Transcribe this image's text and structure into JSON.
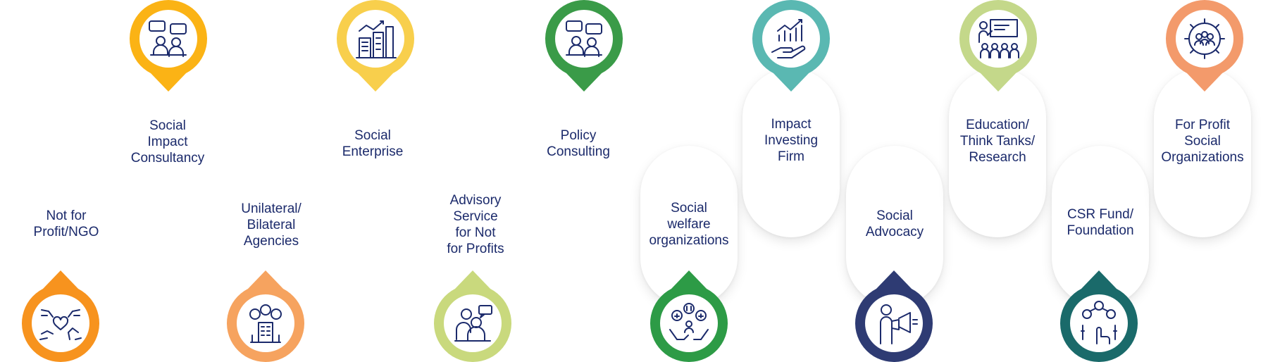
{
  "nodes": [
    {
      "id": "not-for-profit",
      "label": "Not for\nProfit/NGO",
      "color": "#f7931e",
      "icon": "hands-heart-icon"
    },
    {
      "id": "social-impact-consultancy",
      "label": "Social\nImpact\nConsultancy",
      "color": "#fbb315",
      "icon": "consultancy-meeting-icon"
    },
    {
      "id": "unilateral-bilateral",
      "label": "Unilateral/\nBilateral\nAgencies",
      "color": "#f6a35f",
      "icon": "agency-building-icon"
    },
    {
      "id": "social-enterprise",
      "label": "Social\nEnterprise",
      "color": "#f8cf4c",
      "icon": "city-growth-icon"
    },
    {
      "id": "advisory-service",
      "label": "Advisory\nService\nfor Not\nfor Profits",
      "color": "#c9d97d",
      "icon": "advisory-chat-icon"
    },
    {
      "id": "policy-consulting",
      "label": "Policy\nConsulting",
      "color": "#3a9b48",
      "icon": "policy-meeting-icon"
    },
    {
      "id": "social-welfare",
      "label": "Social\nwelfare\norganizations",
      "color": "#2d9b46",
      "icon": "welfare-hands-icon"
    },
    {
      "id": "impact-investing",
      "label": "Impact\nInvesting\nFirm",
      "color": "#5ab8b2",
      "icon": "investment-hand-icon"
    },
    {
      "id": "social-advocacy",
      "label": "Social\nAdvocacy",
      "color": "#2e3b73",
      "icon": "megaphone-person-icon"
    },
    {
      "id": "education-research",
      "label": "Education/\nThink Tanks/\nResearch",
      "color": "#c4d88a",
      "icon": "presentation-board-icon"
    },
    {
      "id": "csr-fund",
      "label": "CSR Fund/\nFoundation",
      "color": "#1a6a6a",
      "icon": "network-hand-icon"
    },
    {
      "id": "for-profit-social",
      "label": "For Profit\nSocial\nOrganizations",
      "color": "#f39a6b",
      "icon": "gear-team-icon"
    }
  ]
}
